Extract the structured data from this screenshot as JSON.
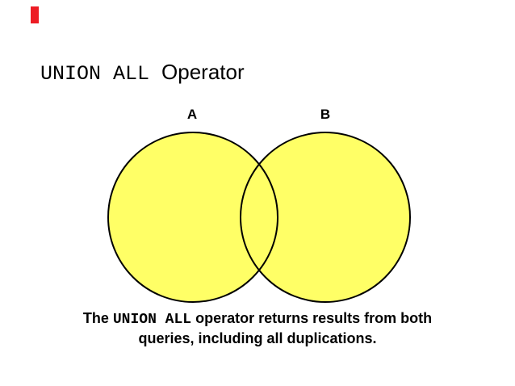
{
  "slide": {
    "background": "#FFFFFF"
  },
  "marker": {
    "color": "#ED1C24"
  },
  "title": {
    "code": "UNION ALL ",
    "text": "Operator"
  },
  "venn": {
    "label_a": "A",
    "label_b": "B",
    "circle_fill": "#FFFF66",
    "circle_stroke": "#000000"
  },
  "caption": {
    "prefix": "The ",
    "code": "UNION ALL",
    "suffix": " operator returns results from both queries, including all duplications."
  }
}
